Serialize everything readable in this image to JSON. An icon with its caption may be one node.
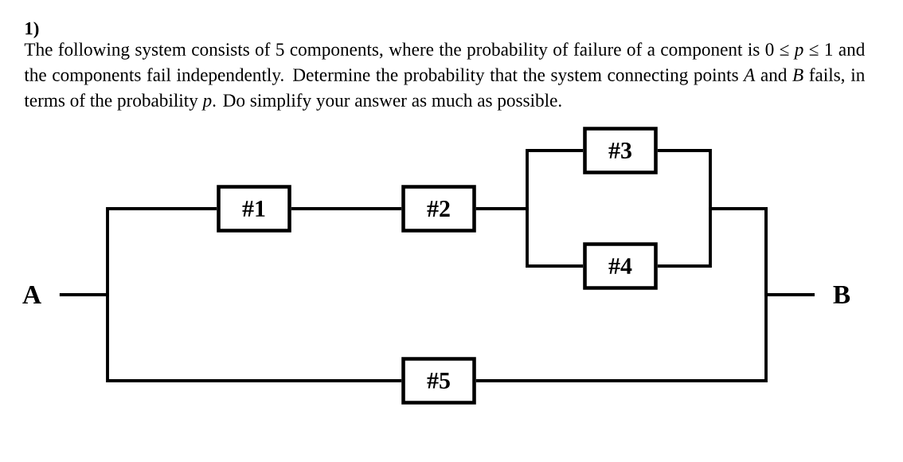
{
  "diagram": {
    "nodes": [
      {
        "text": [
          "A"
        ]
      },
      {
        "text": [
          "#1"
        ]
      },
      {
        "text": [
          "#2"
        ]
      },
      {
        "text": [
          "#3"
        ]
      },
      {
        "text": [
          "#4"
        ]
      },
      {
        "text": [
          "#5"
        ]
      },
      {
        "text": [
          "B"
        ]
      }
    ],
    "edges": [
      {
        "from": 0,
        "to": 1,
        "arrow": "none"
      },
      {
        "from": 0,
        "to": 5,
        "arrow": "none"
      },
      {
        "from": 1,
        "to": 2,
        "arrow": "none"
      },
      {
        "from": 2,
        "to": 3,
        "arrow": "none"
      },
      {
        "from": 2,
        "to": 4,
        "arrow": "none"
      },
      {
        "from": 3,
        "to": 6,
        "arrow": "none"
      },
      {
        "from": 4,
        "to": 6,
        "arrow": "none"
      },
      {
        "from": 5,
        "to": 6,
        "arrow": "none"
      }
    ],
    "labels": [
      "1)",
      "The following system consists of 5 components, where the probability of failure of a component is 0 ≤ *p* ≤ 1 and the components fail independently. Determine the probability that the system connecting points *A* and *B* fails, in terms of the probability *p*. Do simplify your answer as much as possible."
    ]
  }
}
